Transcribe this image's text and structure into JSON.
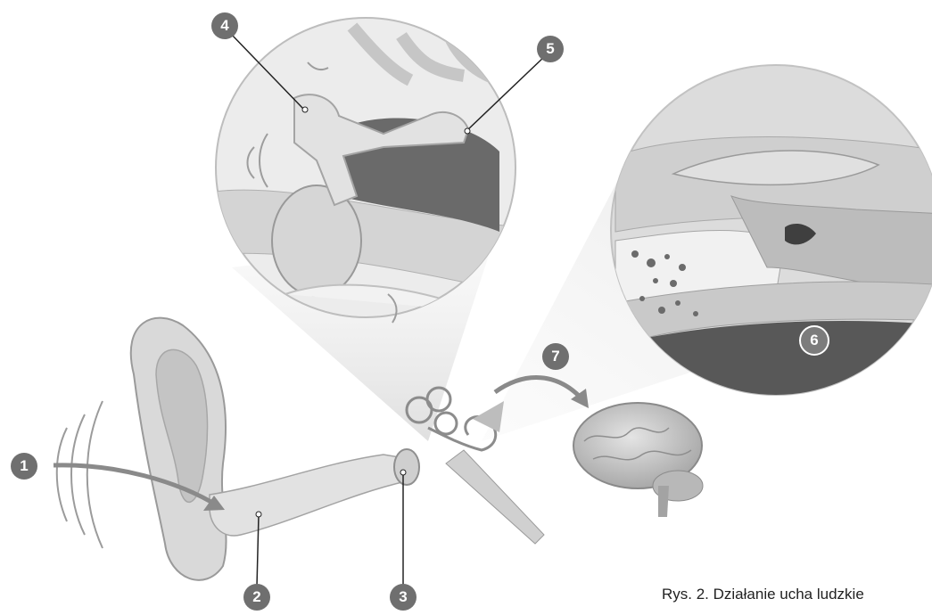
{
  "markers": [
    "1",
    "2",
    "3",
    "4",
    "5",
    "6",
    "7"
  ],
  "caption": "Rys. 2. Działanie ucha ludzkie",
  "colors": {
    "marker": "#6f6f6f",
    "tissue": "#c9c9c9",
    "dark": "#5b5b5b",
    "zoom": "#e6e6e6"
  }
}
